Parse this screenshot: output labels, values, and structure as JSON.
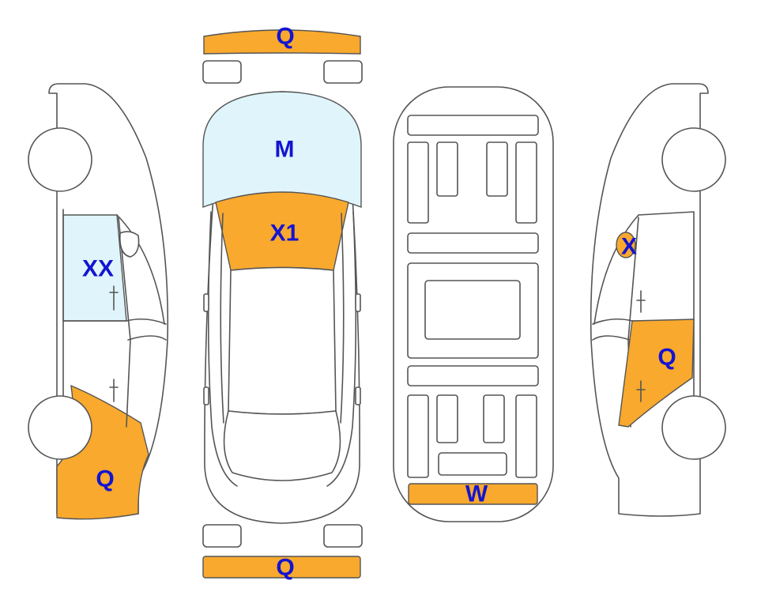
{
  "colors": {
    "damage_orange": "#F8A92E",
    "glass_blue": "#DFF5FB",
    "label_blue": "#1414D0",
    "outline": "#555555"
  },
  "markers": {
    "front_bumper": "Q",
    "windshield": "M",
    "hood": "X1",
    "rear_bumper": "Q",
    "trunk_panel": "W",
    "left_front_door_glass": "XX",
    "left_front_fender": "Q",
    "right_mirror": "X",
    "right_front_door": "Q"
  }
}
